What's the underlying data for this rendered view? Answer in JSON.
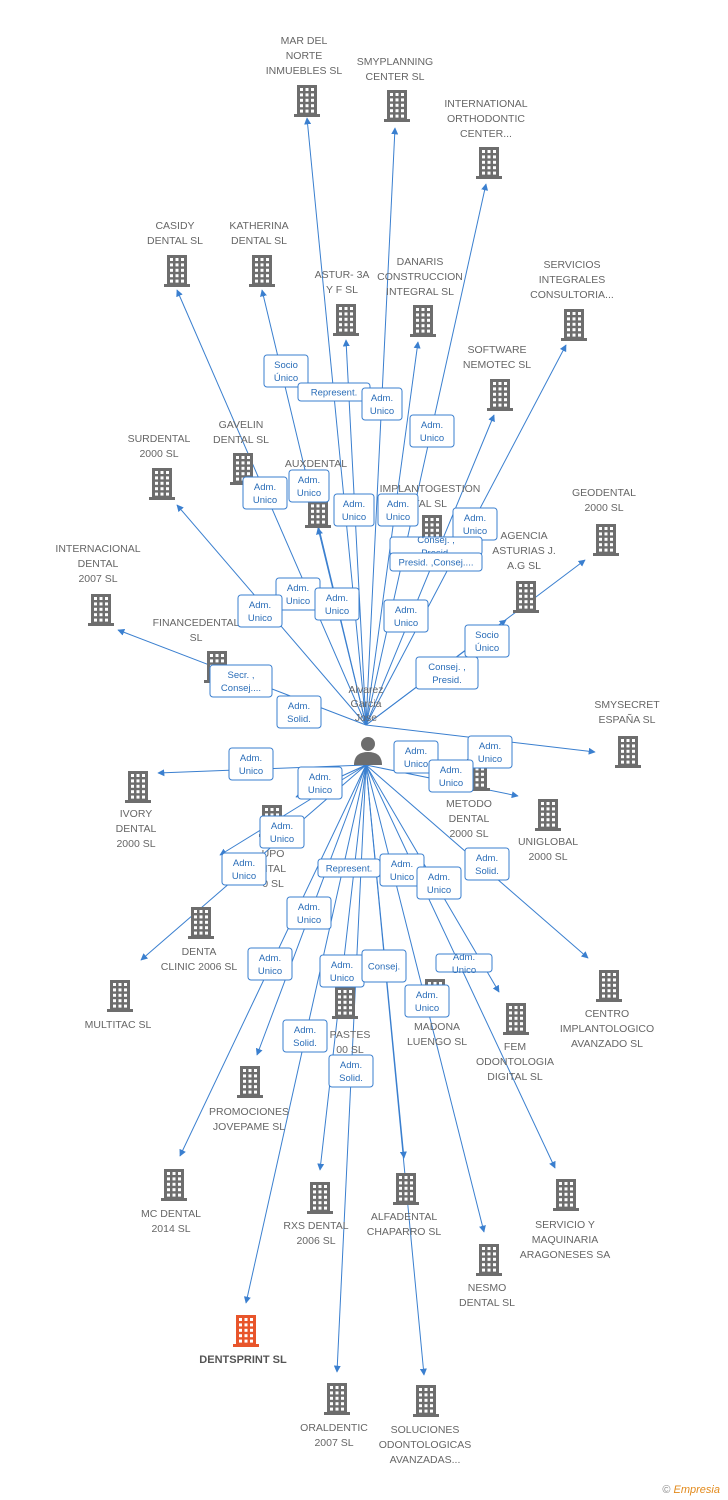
{
  "center": {
    "name_lines": [
      "Alvarez",
      "Garcia",
      "Jose"
    ],
    "icon": "person-icon"
  },
  "colors": {
    "edge": "#3a7fcf",
    "building": "#6d6d6d",
    "highlight": "#e8552b",
    "label": "#666666"
  },
  "companies": [
    {
      "id": "mar-del-norte",
      "lines": [
        "MAR DEL",
        "NORTE",
        "INMUEBLES SL"
      ]
    },
    {
      "id": "smyplanning",
      "lines": [
        "SMYPLANNING",
        "CENTER  SL"
      ]
    },
    {
      "id": "international-orthodontic",
      "lines": [
        "INTERNATIONAL",
        "ORTHODONTIC",
        "CENTER..."
      ]
    },
    {
      "id": "casidy",
      "lines": [
        "CASIDY",
        "DENTAL SL"
      ]
    },
    {
      "id": "katherina",
      "lines": [
        "KATHERINA",
        "DENTAL SL"
      ]
    },
    {
      "id": "astur-3a",
      "lines": [
        "ASTUR-  3A",
        "Y F SL"
      ]
    },
    {
      "id": "danaris",
      "lines": [
        "DANARIS",
        "CONSTRUCCION",
        "INTEGRAL SL"
      ]
    },
    {
      "id": "servicios-integrales",
      "lines": [
        "SERVICIOS",
        "INTEGRALES",
        "CONSULTORIA..."
      ]
    },
    {
      "id": "software-nemotec",
      "lines": [
        "SOFTWARE",
        "NEMOTEC SL"
      ]
    },
    {
      "id": "surdental",
      "lines": [
        "SURDENTAL",
        "2000 SL"
      ]
    },
    {
      "id": "gavelin",
      "lines": [
        "GAVELIN",
        "DENTAL SL"
      ]
    },
    {
      "id": "auxdental",
      "lines": [
        "AUXDENTAL",
        "L"
      ]
    },
    {
      "id": "implantogestion",
      "lines": [
        "IMPLANTOGESTION",
        "TAL  SL"
      ]
    },
    {
      "id": "geodental",
      "lines": [
        "GEODENTAL",
        "2000 SL"
      ]
    },
    {
      "id": "internacional-dental",
      "lines": [
        "INTERNACIONAL",
        "DENTAL",
        "2007 SL"
      ]
    },
    {
      "id": "agencia-asturias",
      "lines": [
        "AGENCIA",
        "ASTURIAS J.",
        "A.G SL"
      ]
    },
    {
      "id": "financedental",
      "lines": [
        "FINANCEDENTAL",
        "SL"
      ]
    },
    {
      "id": "smysecret",
      "lines": [
        "SMYSECRET",
        "ESPAÑA  SL"
      ]
    },
    {
      "id": "ivory",
      "lines": [
        "IVORY",
        "DENTAL",
        "2000 SL"
      ]
    },
    {
      "id": "metodo",
      "lines": [
        "METODO",
        "DENTAL",
        "2000  SL"
      ]
    },
    {
      "id": "uniglobal",
      "lines": [
        "UNIGLOBAL",
        "2000  SL"
      ]
    },
    {
      "id": "grupo-dental",
      "lines": [
        "UPO",
        "NTAL",
        "0 SL"
      ]
    },
    {
      "id": "denta-clinic",
      "lines": [
        "DENTA",
        "CLINIC 2006 SL"
      ]
    },
    {
      "id": "centro-implantologico",
      "lines": [
        "CENTRO",
        "IMPLANTOLOGICO",
        "AVANZADO SL"
      ]
    },
    {
      "id": "multitac",
      "lines": [
        "MULTITAC  SL"
      ]
    },
    {
      "id": "pastes",
      "lines": [
        "PASTES",
        "00 SL"
      ]
    },
    {
      "id": "madona",
      "lines": [
        "MADONA",
        "LUENGO SL"
      ]
    },
    {
      "id": "fem",
      "lines": [
        "FEM",
        "ODONTOLOGIA",
        "DIGITAL  SL"
      ]
    },
    {
      "id": "promociones",
      "lines": [
        "PROMOCIONES",
        "JOVEPAME SL"
      ]
    },
    {
      "id": "mc-dental",
      "lines": [
        "MC DENTAL",
        "2014  SL"
      ]
    },
    {
      "id": "rxs-dental",
      "lines": [
        "RXS DENTAL",
        "2006 SL"
      ]
    },
    {
      "id": "alfadental",
      "lines": [
        "ALFADENTAL",
        "CHAPARRO SL"
      ]
    },
    {
      "id": "servicio-maquinaria",
      "lines": [
        "SERVICIO Y",
        "MAQUINARIA",
        "ARAGONESES SA"
      ]
    },
    {
      "id": "nesmo",
      "lines": [
        "NESMO",
        "DENTAL SL"
      ]
    },
    {
      "id": "dentsprint",
      "lines": [
        "DENTSPRINT SL"
      ],
      "highlight": true
    },
    {
      "id": "oraldentic",
      "lines": [
        "ORALDENTIC",
        "2007 SL"
      ]
    },
    {
      "id": "soluciones-odontologicas",
      "lines": [
        "SOLUCIONES",
        "ODONTOLOGICAS",
        "AVANZADAS..."
      ]
    }
  ],
  "edge_labels": [
    {
      "lines": [
        "Socio",
        "Único"
      ]
    },
    {
      "lines": [
        "Represent."
      ]
    },
    {
      "lines": [
        "Adm.",
        "Unico"
      ]
    },
    {
      "lines": [
        "Adm.",
        "Unico"
      ]
    },
    {
      "lines": [
        "Adm.",
        "Unico"
      ]
    },
    {
      "lines": [
        "Adm.",
        "Unico"
      ]
    },
    {
      "lines": [
        "Adm.",
        "Unico"
      ]
    },
    {
      "lines": [
        "Adm.",
        "Unico"
      ]
    },
    {
      "lines": [
        "Adm.",
        "Unico"
      ]
    },
    {
      "lines": [
        "Consej. ,",
        "Presid."
      ]
    },
    {
      "lines": [
        "Presid. ,Consej...."
      ]
    },
    {
      "lines": [
        "Adm.",
        "Unico"
      ]
    },
    {
      "lines": [
        "Adm.",
        "Unico"
      ]
    },
    {
      "lines": [
        "Adm.",
        "Unico"
      ]
    },
    {
      "lines": [
        "Adm.",
        "Unico"
      ]
    },
    {
      "lines": [
        "Socio",
        "Único"
      ]
    },
    {
      "lines": [
        "Consej. ,",
        "Presid."
      ]
    },
    {
      "lines": [
        "Secr. ,",
        "Consej...."
      ]
    },
    {
      "lines": [
        "Adm.",
        "Solid."
      ]
    },
    {
      "lines": [
        "Adm.",
        "Unico"
      ]
    },
    {
      "lines": [
        "Adm.",
        "Unico"
      ]
    },
    {
      "lines": [
        "Adm.",
        "Unico"
      ]
    },
    {
      "lines": [
        "Adm.",
        "Unico"
      ]
    },
    {
      "lines": [
        "Adm.",
        "Unico"
      ]
    },
    {
      "lines": [
        "Adm.",
        "Unico"
      ]
    },
    {
      "lines": [
        "Adm.",
        "Unico"
      ]
    },
    {
      "lines": [
        "Represent."
      ]
    },
    {
      "lines": [
        "Adm.",
        "Unico"
      ]
    },
    {
      "lines": [
        "Adm.",
        "Unico"
      ]
    },
    {
      "lines": [
        "Adm.",
        "Solid."
      ]
    },
    {
      "lines": [
        "Adm.",
        "Unico"
      ]
    },
    {
      "lines": [
        "Adm.",
        "Unico"
      ]
    },
    {
      "lines": [
        "Adm.",
        "Unico"
      ]
    },
    {
      "lines": [
        "Consej."
      ]
    },
    {
      "lines": [
        "Adm.",
        "Unico"
      ]
    },
    {
      "lines": [
        "Adm.",
        "Unico"
      ]
    },
    {
      "lines": [
        "Adm.",
        "Solid."
      ]
    },
    {
      "lines": [
        "Adm.",
        "Solid."
      ]
    }
  ],
  "watermark": {
    "copyright": "©",
    "brand": "Empresia"
  }
}
